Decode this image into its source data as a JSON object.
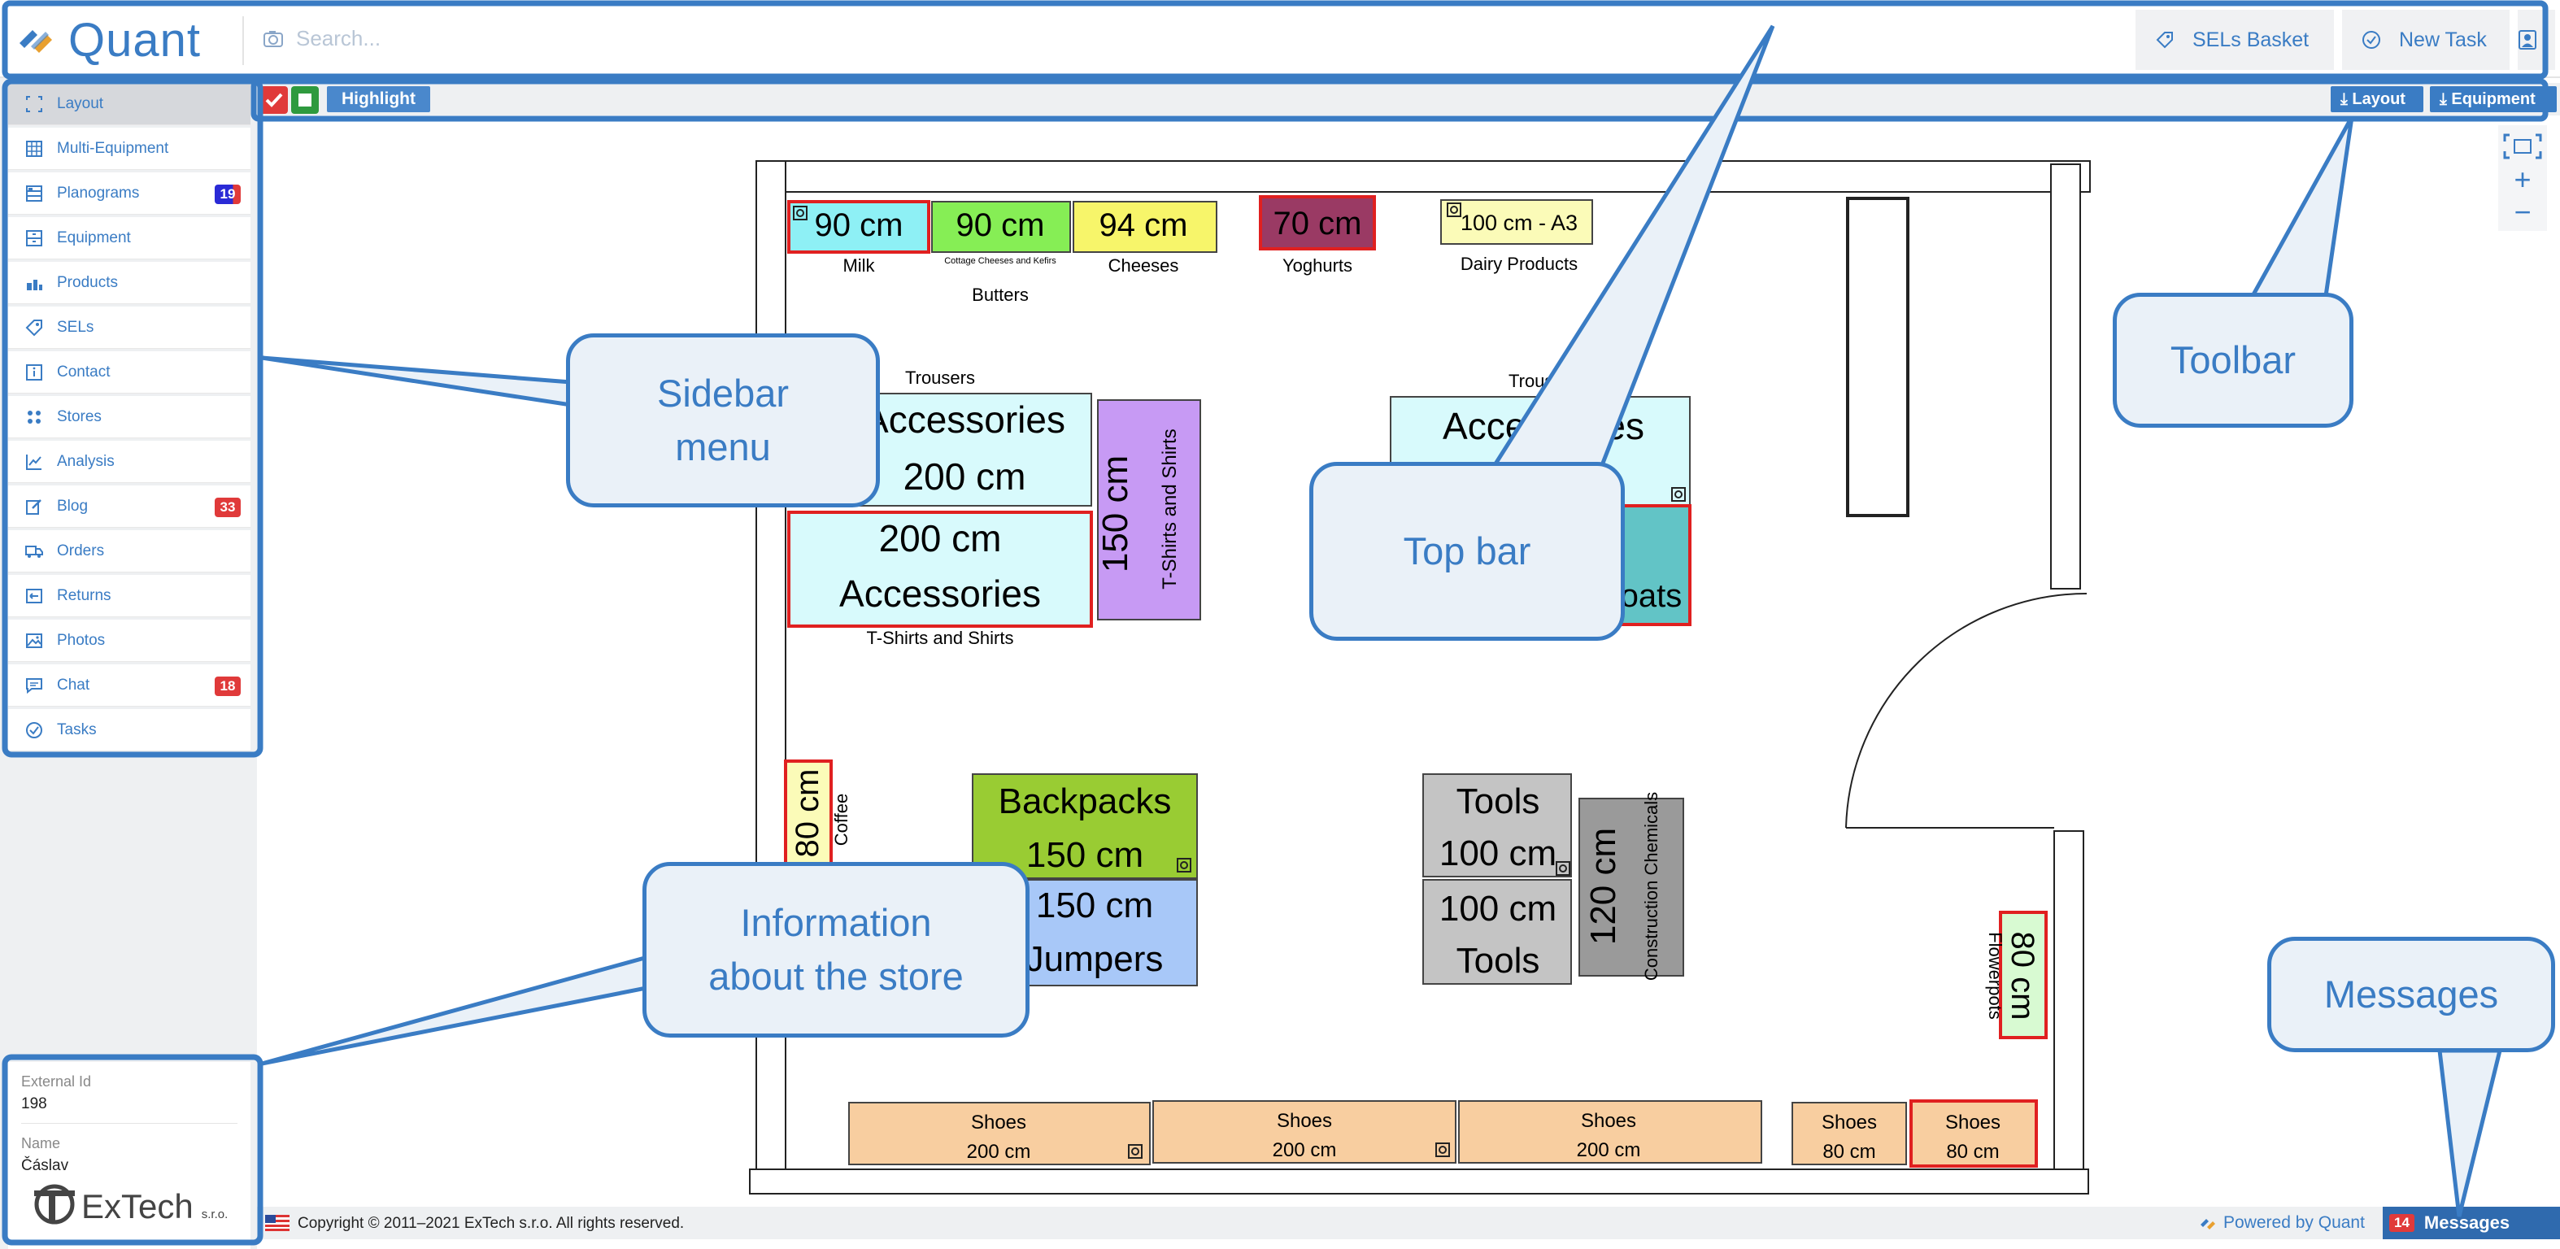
{
  "app": {
    "name": "Quant"
  },
  "colors": {
    "brand": "#3a7cc4",
    "badge_blue": "#2a2ad6",
    "badge_red": "#e03a3a",
    "annotation": "#3a7cc4"
  },
  "search": {
    "placeholder": "Search..."
  },
  "topbar": {
    "sels_basket": "SELs Basket",
    "new_task": "New Task"
  },
  "toolbar": {
    "highlight": "Highlight",
    "layout_download": "Layout",
    "equipment_download": "Equipment"
  },
  "sidebar": {
    "items": [
      {
        "label": "Layout",
        "icon": "layout-icon"
      },
      {
        "label": "Multi-Equipment",
        "icon": "multi-equipment-icon"
      },
      {
        "label": "Planograms",
        "icon": "planograms-icon",
        "badge": "19"
      },
      {
        "label": "Equipment",
        "icon": "equipment-icon"
      },
      {
        "label": "Products",
        "icon": "products-icon"
      },
      {
        "label": "SELs",
        "icon": "tag-icon"
      },
      {
        "label": "Contact",
        "icon": "info-icon"
      },
      {
        "label": "Stores",
        "icon": "stores-icon"
      },
      {
        "label": "Analysis",
        "icon": "chart-icon"
      },
      {
        "label": "Blog",
        "icon": "edit-icon",
        "badge": "33"
      },
      {
        "label": "Orders",
        "icon": "truck-icon"
      },
      {
        "label": "Returns",
        "icon": "returns-icon"
      },
      {
        "label": "Photos",
        "icon": "image-icon"
      },
      {
        "label": "Chat",
        "icon": "chat-icon",
        "badge": "18"
      },
      {
        "label": "Tasks",
        "icon": "check-circle-icon"
      }
    ]
  },
  "store_info": {
    "external_id_label": "External Id",
    "external_id": "198",
    "name_label": "Name",
    "name": "Čáslav"
  },
  "company": {
    "name": "ExTech",
    "suffix": "s.r.o."
  },
  "floor": {
    "shelves": [
      {
        "id": "milk",
        "size": "90 cm",
        "caption": "Milk",
        "color": "#8ef0f5",
        "highlight": true
      },
      {
        "id": "butters",
        "size": "90 cm",
        "sub": "Cottage Cheeses and Kefirs",
        "caption": "Butters",
        "color": "#86ee55"
      },
      {
        "id": "cheeses",
        "size": "94 cm",
        "caption": "Cheeses",
        "color": "#f7f56a"
      },
      {
        "id": "yoghurts",
        "size": "70 cm",
        "caption": "Yoghurts",
        "color": "#9a3a64",
        "highlight": true
      },
      {
        "id": "dairy",
        "size": "100 cm - A3",
        "caption": "Dairy Products",
        "color": "#fbfbb8"
      },
      {
        "id": "acc-top",
        "line1": "Accessories",
        "line2": "200 cm",
        "caption": "Trousers",
        "color": "#d8fafc"
      },
      {
        "id": "acc-bottom",
        "line1": "200 cm",
        "line2": "Accessories",
        "caption": "T-Shirts and Shirts",
        "color": "#d8fafc",
        "highlight": true
      },
      {
        "id": "tshirts",
        "size": "150 cm",
        "sub": "T-Shirts and Shirts",
        "color": "#c79af4"
      },
      {
        "id": "acc-right",
        "line1": "Accessories",
        "caption": "Trousers",
        "color": "#d8fafc"
      },
      {
        "id": "coats",
        "line1": "Coats",
        "color": "#62c4c6",
        "highlight": true
      },
      {
        "id": "coffee",
        "size": "80 cm",
        "caption": "Coffee",
        "color": "#fbfbb8",
        "highlight": true
      },
      {
        "id": "backpacks",
        "line1": "Backpacks",
        "line2": "150 cm",
        "color": "#99cc33"
      },
      {
        "id": "jumpers",
        "line1": "150 cm",
        "line2": "Jumpers",
        "color": "#a8c8f8"
      },
      {
        "id": "tools-1",
        "line1": "Tools",
        "line2": "100 cm",
        "color": "#c4c4c4"
      },
      {
        "id": "tools-2",
        "line1": "100 cm",
        "line2": "Tools",
        "color": "#c4c4c4"
      },
      {
        "id": "construction",
        "size": "120 cm",
        "sub": "Construction Chemicals",
        "color": "#9a9a9a"
      },
      {
        "id": "flowerpots",
        "size": "80 cm",
        "caption": "Flowerpots",
        "color": "#d8fad2",
        "highlight": true
      },
      {
        "id": "shoes-1",
        "line1": "Shoes",
        "line2": "200 cm",
        "color": "#f8cea0"
      },
      {
        "id": "shoes-2",
        "line1": "Shoes",
        "line2": "200 cm",
        "color": "#f8cea0"
      },
      {
        "id": "shoes-3",
        "line1": "Shoes",
        "line2": "200 cm",
        "color": "#f8cea0"
      },
      {
        "id": "shoes-4",
        "line1": "Shoes",
        "line2": "80 cm",
        "color": "#f8cea0"
      },
      {
        "id": "shoes-5",
        "line1": "Shoes",
        "line2": "80 cm",
        "color": "#f8cea0",
        "highlight": true
      }
    ]
  },
  "footer": {
    "copyright": "Copyright © 2011–2021 ExTech s.r.o. All rights reserved.",
    "powered": "Powered by Quant",
    "messages_label": "Messages",
    "messages_count": "14"
  },
  "annotations": {
    "sidebar_line1": "Sidebar",
    "sidebar_line2": "menu",
    "topbar": "Top bar",
    "toolbar": "Toolbar",
    "info_line1": "Information",
    "info_line2": "about the store",
    "messages": "Messages"
  }
}
